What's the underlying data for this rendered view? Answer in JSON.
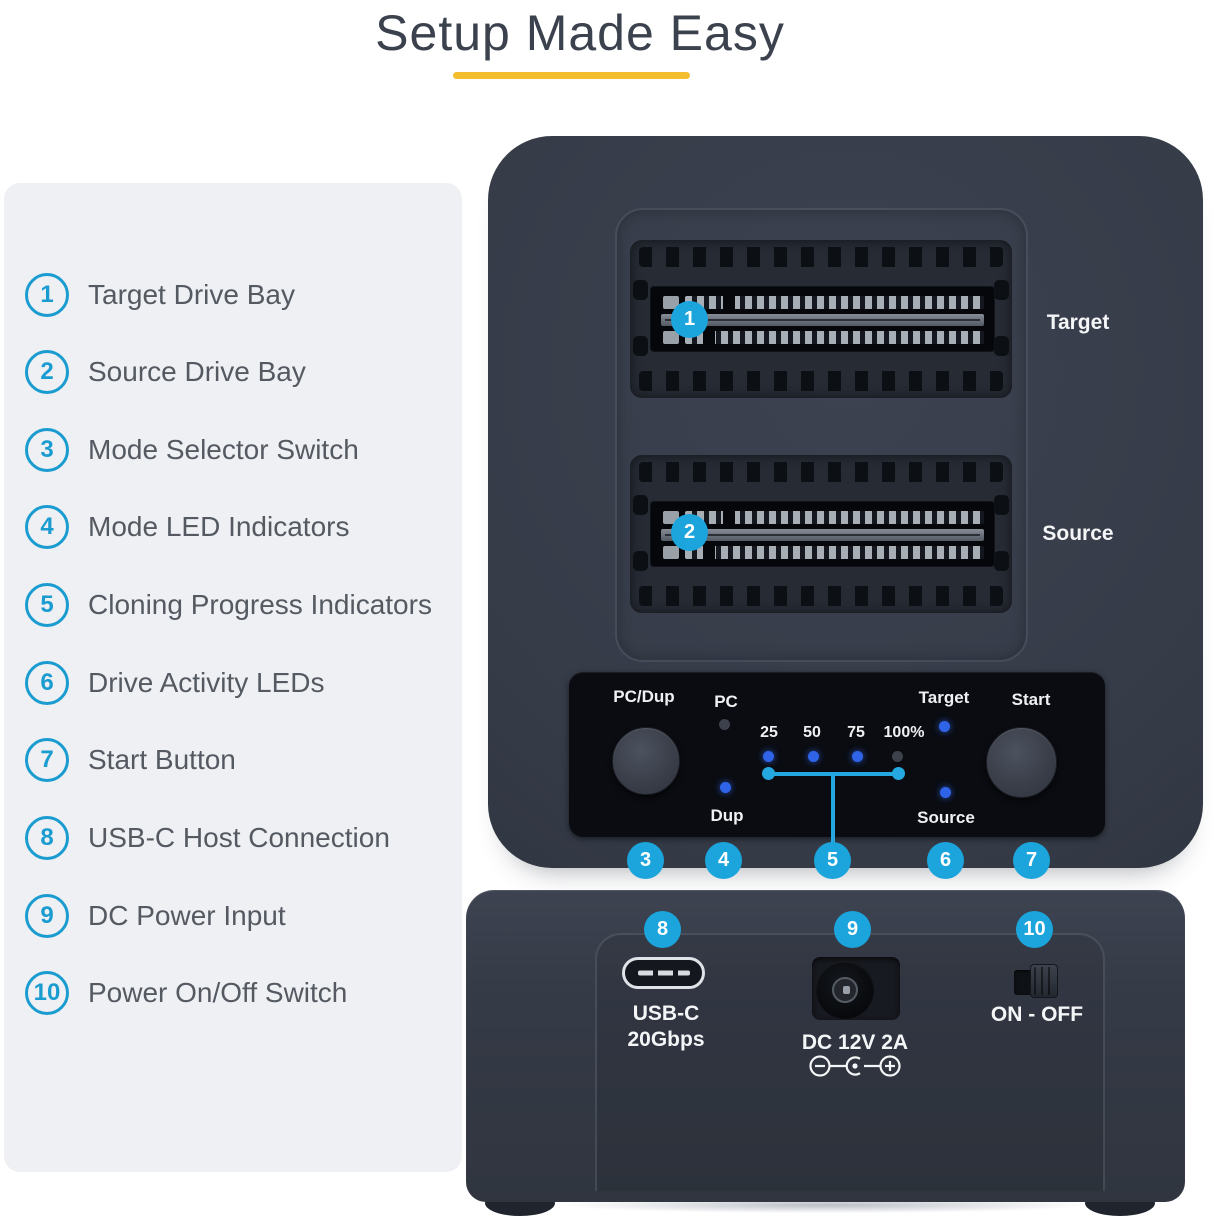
{
  "title": "Setup Made Easy",
  "colors": {
    "callout_blue": "#1ba5dc",
    "underline_yellow": "#f3bd2e",
    "led_blue": "#2f63e8",
    "device_body": "#353b47",
    "control_panel": "#0a0c11",
    "legend_text": "#555a62",
    "legend_circle_blue": "#1b9cd0"
  },
  "legend": {
    "items": [
      {
        "num": "1",
        "label": "Target Drive Bay"
      },
      {
        "num": "2",
        "label": "Source Drive Bay"
      },
      {
        "num": "3",
        "label": "Mode Selector Switch"
      },
      {
        "num": "4",
        "label": "Mode LED Indicators"
      },
      {
        "num": "5",
        "label": "Cloning Progress Indicators"
      },
      {
        "num": "6",
        "label": "Drive Activity LEDs"
      },
      {
        "num": "7",
        "label": "Start Button"
      },
      {
        "num": "8",
        "label": "USB-C Host Connection"
      },
      {
        "num": "9",
        "label": "DC Power Input"
      },
      {
        "num": "10",
        "label": "Power On/Off Switch"
      }
    ]
  },
  "top_view": {
    "bay_labels": {
      "target": "Target",
      "source": "Source"
    },
    "callouts": {
      "bay_target": "1",
      "bay_source": "2",
      "mode_switch": "3",
      "mode_leds": "4",
      "progress": "5",
      "activity_leds": "6",
      "start": "7"
    },
    "control_panel": {
      "mode_button": "PC/Dup",
      "pc_label": "PC",
      "dup_label": "Dup",
      "progress_labels": [
        "25",
        "50",
        "75",
        "100%"
      ],
      "target_label": "Target",
      "source_label": "Source",
      "start_label": "Start"
    },
    "leds": {
      "pc": false,
      "dup": true,
      "p25": true,
      "p50": true,
      "p75": true,
      "p100": false,
      "target": true,
      "source": true
    }
  },
  "front_view": {
    "callouts": {
      "usb": "8",
      "dc": "9",
      "power": "10"
    },
    "usb_label_line1": "USB-C",
    "usb_label_line2": "20Gbps",
    "dc_label": "DC 12V 2A",
    "power_label": "ON - OFF"
  }
}
